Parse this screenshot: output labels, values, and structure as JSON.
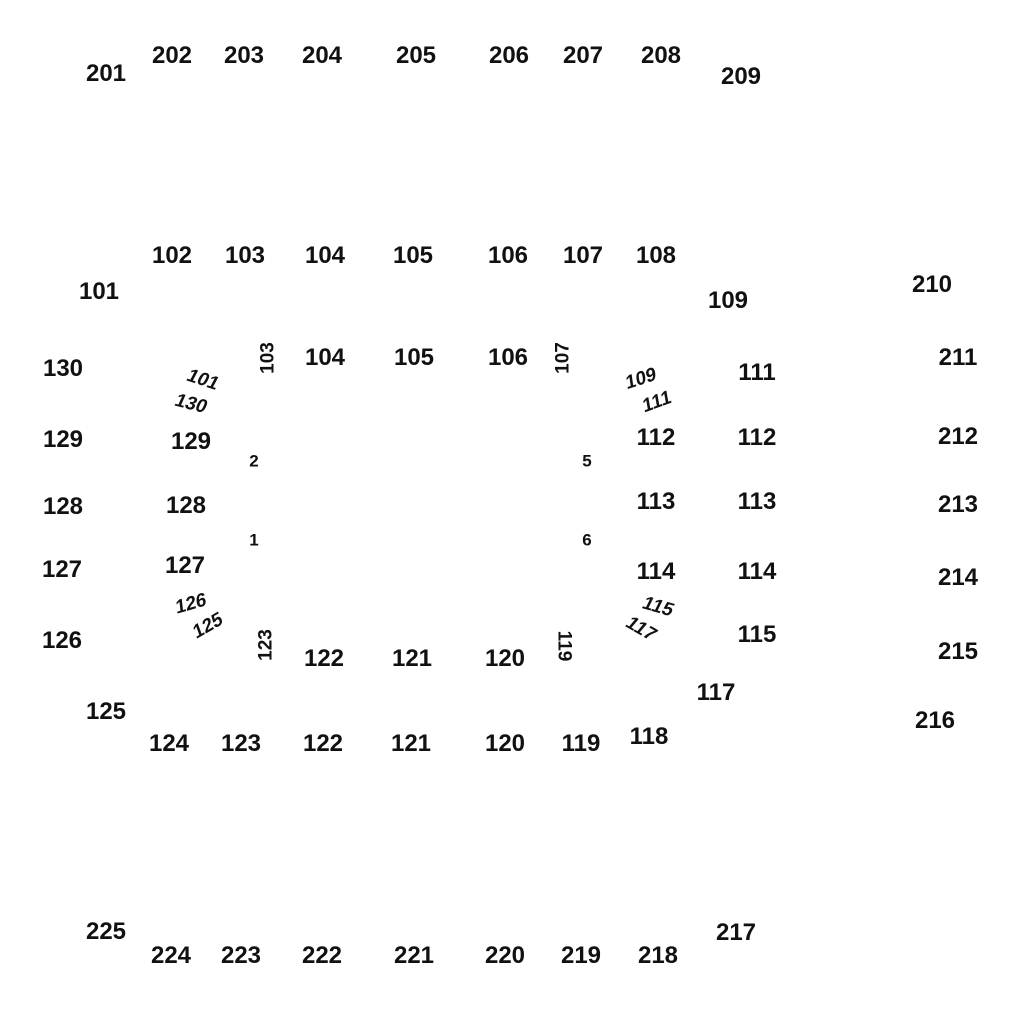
{
  "outer_ring": {
    "top": [
      "201",
      "202",
      "203",
      "204",
      "205",
      "206",
      "207",
      "208",
      "209"
    ],
    "right": [
      "210",
      "211",
      "212",
      "213",
      "214",
      "215",
      "216"
    ],
    "bottom": [
      "217",
      "218",
      "219",
      "220",
      "221",
      "222",
      "223",
      "224",
      "225"
    ]
  },
  "middle_ring": {
    "top": [
      "101",
      "102",
      "103",
      "104",
      "105",
      "106",
      "107",
      "108",
      "109"
    ],
    "left": [
      "130",
      "129",
      "128",
      "127",
      "126",
      "125"
    ],
    "right": [
      "111",
      "112",
      "113",
      "114",
      "115",
      "117"
    ],
    "bottom": [
      "124",
      "123",
      "122",
      "121",
      "120",
      "119",
      "118"
    ]
  },
  "inner_ring": {
    "top": [
      "103",
      "104",
      "105",
      "106",
      "107"
    ],
    "upper_left": [
      "101",
      "130"
    ],
    "left": [
      "129",
      "128",
      "127"
    ],
    "lower_left": [
      "126",
      "125"
    ],
    "bottom": [
      "123",
      "122",
      "121",
      "120",
      "119"
    ],
    "upper_right": [
      "109",
      "111"
    ],
    "right": [
      "112",
      "113",
      "114"
    ],
    "lower_right": [
      "115",
      "117"
    ]
  },
  "innermost": {
    "left": [
      "2",
      "1"
    ],
    "right": [
      "5",
      "6"
    ]
  }
}
